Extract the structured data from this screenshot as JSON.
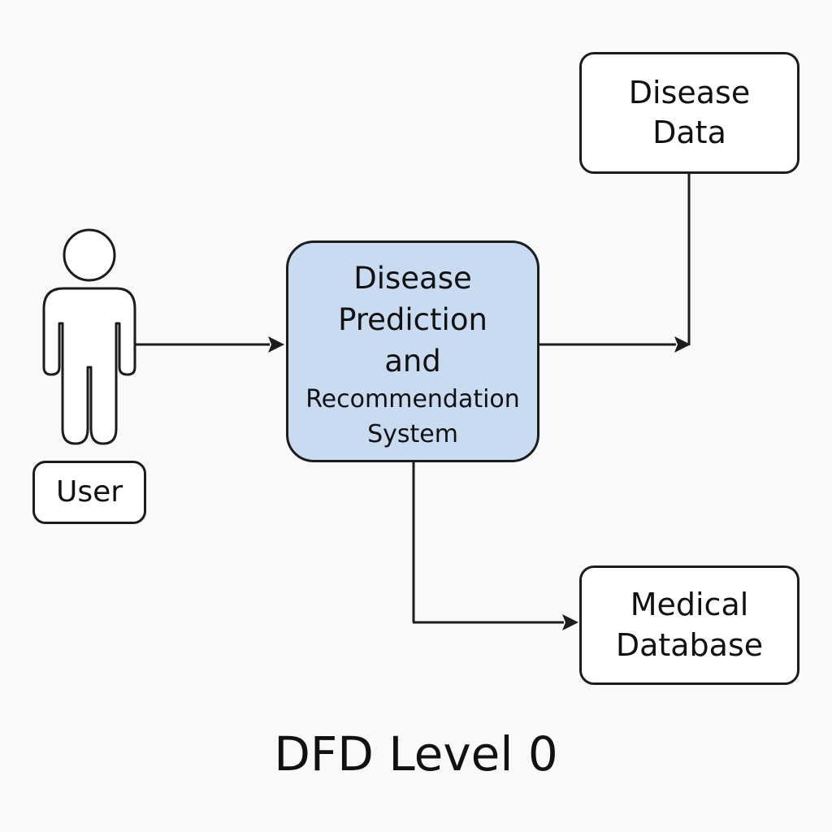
{
  "diagram": {
    "type": "data-flow-diagram",
    "caption": "DFD Level 0",
    "entity": {
      "label": "User",
      "icon": "person-icon"
    },
    "process": {
      "lines": [
        "Disease",
        "Prediction",
        "and",
        "Recommendation",
        "System"
      ],
      "fill_color": "#c9dbf1"
    },
    "stores": {
      "disease_data": {
        "lines": [
          "Disease",
          "Data"
        ]
      },
      "medical_database": {
        "lines": [
          "Medical",
          "Database"
        ]
      }
    },
    "flows": [
      {
        "from": "User",
        "to": "Disease Prediction and Recommendation System"
      },
      {
        "from": "Disease Prediction and Recommendation System",
        "to": "Disease Data"
      },
      {
        "from": "Disease Prediction and Recommendation System",
        "to": "Medical Database"
      }
    ],
    "colors": {
      "background": "#f8f9fb",
      "stroke": "#1c1c1c",
      "process_fill": "#c9dbf1"
    }
  }
}
